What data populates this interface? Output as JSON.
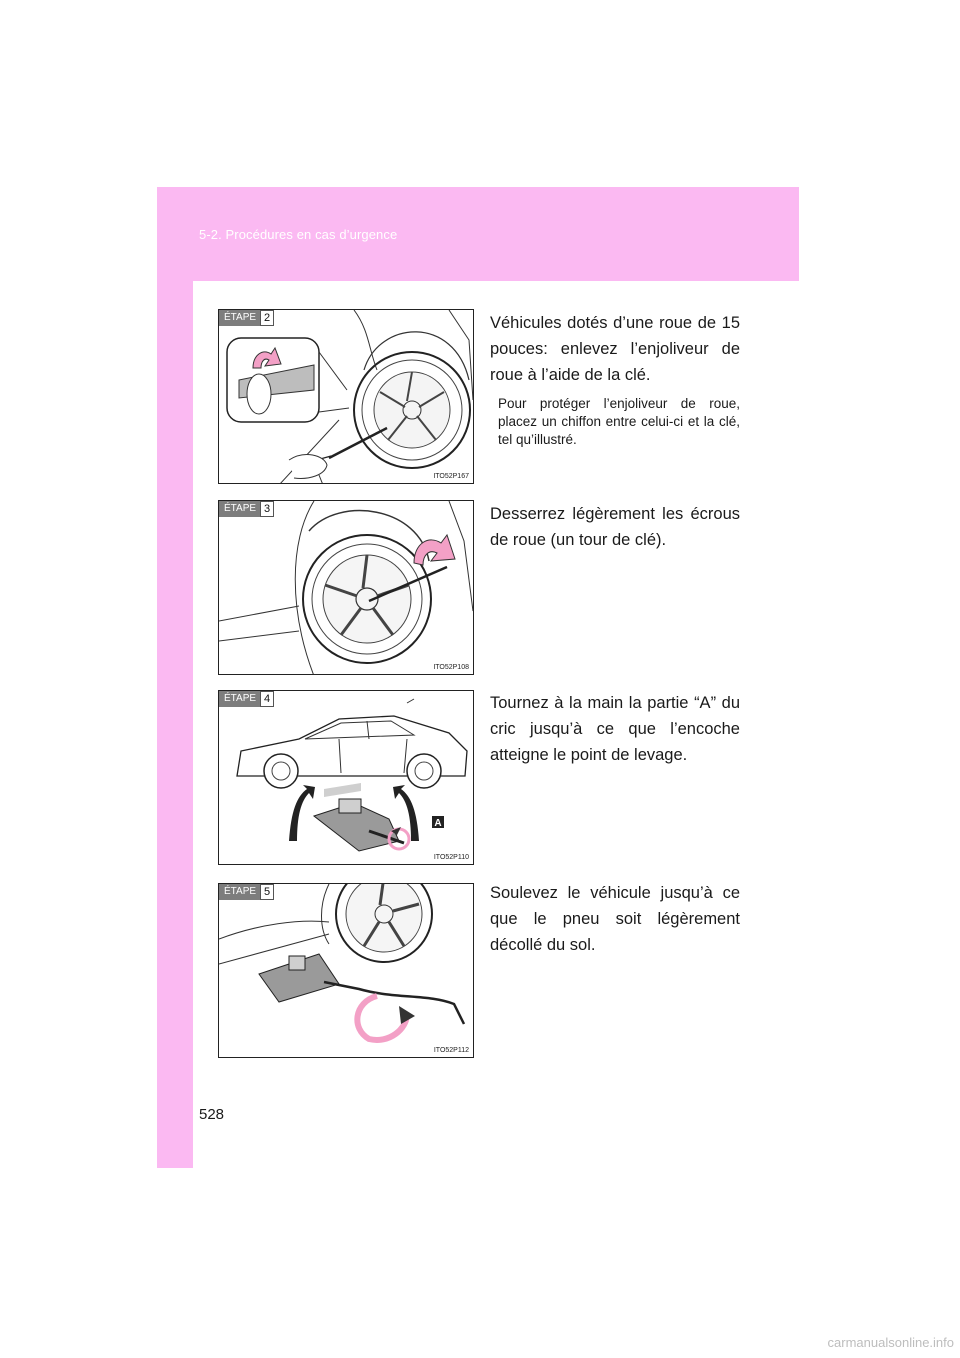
{
  "header": {
    "section": "5-2. Procédures en cas d’urgence"
  },
  "page_number": "528",
  "footer": {
    "url": "carmanualsonline.info"
  },
  "colors": {
    "band": "#fbb9f2",
    "arrow": "#f3a0c6",
    "badge": "#7d7d7d"
  },
  "steps": [
    {
      "badge_word": "ÉTAPE",
      "badge_num": "2",
      "image_code": "ITO52P167",
      "text": "Véhicules dotés d’une roue de 15 pouces: enlevez l’enjoliveur de roue à l’aide de la clé.",
      "note": "Pour protéger l’enjoliveur de roue, placez un chiffon entre celui-ci et la clé, tel qu’illustré."
    },
    {
      "badge_word": "ÉTAPE",
      "badge_num": "3",
      "image_code": "ITO52P108",
      "text": "Desserrez légèrement les écrous de roue (un tour de clé)."
    },
    {
      "badge_word": "ÉTAPE",
      "badge_num": "4",
      "image_code": "ITO52P110",
      "callout": "A",
      "text": "Tournez à la main la partie “A” du cric jusqu’à ce que l’encoche atteigne le point de levage."
    },
    {
      "badge_word": "ÉTAPE",
      "badge_num": "5",
      "image_code": "ITO52P112",
      "text": "Soulevez le véhicule jusqu’à ce que le pneu soit légèrement décollé du sol."
    }
  ]
}
